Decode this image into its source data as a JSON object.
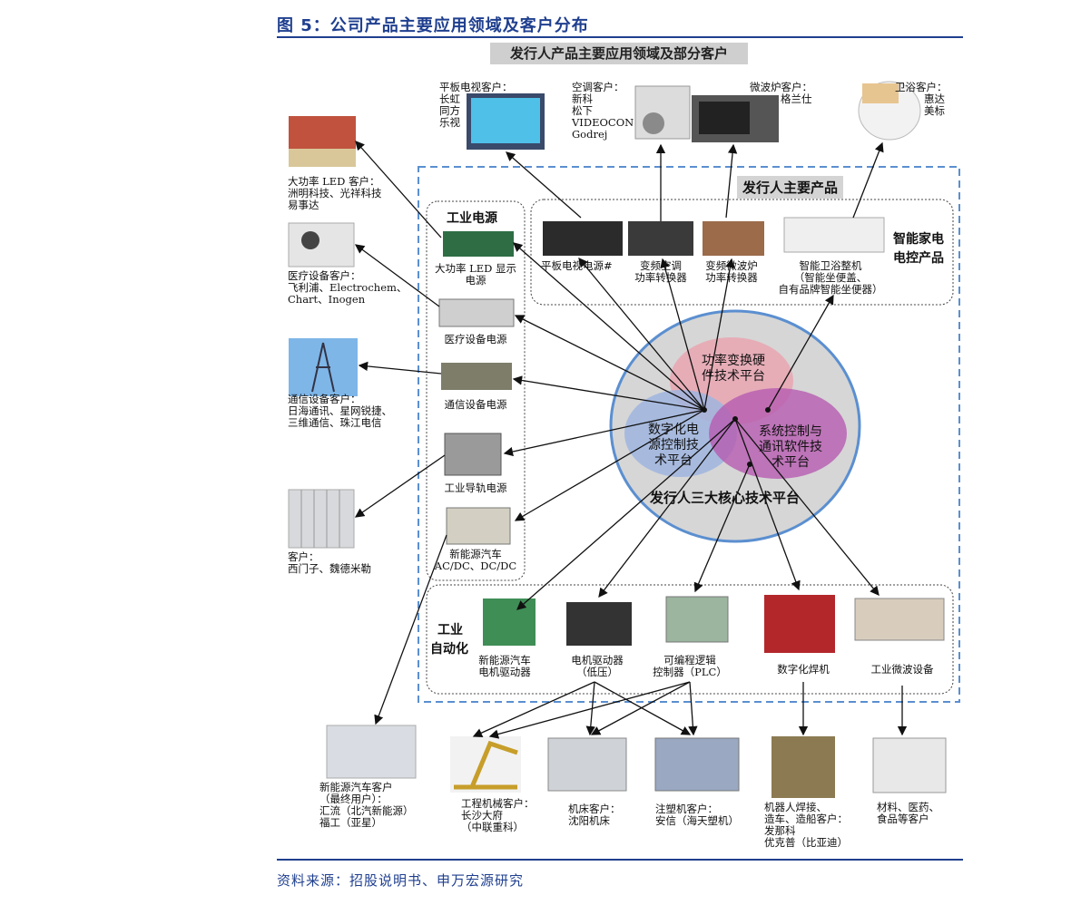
{
  "figure": {
    "title": "图 5：公司产品主要应用领域及客户分布",
    "banner": "发行人产品主要应用领域及部分客户",
    "source": "资料来源：招股说明书、申万宏源研究"
  },
  "groups": {
    "main_products": "发行人主要产品",
    "industrial_power": "工业电源",
    "smart_home_1": "智能家电",
    "smart_home_2": "电控产品",
    "automation_1": "工业",
    "automation_2": "自动化",
    "core_platforms": "发行人三大核心技术平台"
  },
  "platforms": {
    "power_1": "功率变换硬",
    "power_2": "件技术平台",
    "digital_1": "数字化电",
    "digital_2": "源控制技",
    "digital_3": "术平台",
    "system_1": "系统控制与",
    "system_2": "通讯软件技",
    "system_3": "术平台"
  },
  "products": {
    "tv_power": "平板电视电源#",
    "ac_1": "变频空调",
    "ac_2": "功率转换器",
    "mw_1": "变频微波炉",
    "mw_2": "功率转换器",
    "bath_1": "智能卫浴整机",
    "bath_2": "（智能坐便盖、",
    "bath_3": "自有品牌智能坐便器）",
    "led_1": "大功率 LED 显示",
    "led_2": "电源",
    "medical": "医疗设备电源",
    "telecom": "通信设备电源",
    "rail": "工业导轨电源",
    "nev_power_1": "新能源汽车",
    "nev_power_2": "AC/DC、DC/DC",
    "motor_ctrl_1": "新能源汽车",
    "motor_ctrl_2": "电机驱动器",
    "drive_1": "电机驱动器",
    "drive_2": "（低压）",
    "plc_1": "可编程逻辑",
    "plc_2": "控制器（PLC）",
    "welder": "数字化焊机",
    "microwave_ind": "工业微波设备"
  },
  "customers": {
    "tv": [
      "平板电视客户：",
      "长虹",
      "同方",
      "乐视"
    ],
    "ac": [
      "空调客户：",
      "新科",
      "松下",
      "VIDEOCON",
      "Godrej"
    ],
    "mw": [
      "微波炉客户：",
      "格兰仕"
    ],
    "bath": [
      "卫浴客户：",
      "惠达",
      "美标"
    ],
    "led": [
      "大功率 LED 客户：",
      "洲明科技、光祥科技",
      "易事达"
    ],
    "medical": [
      "医疗设备客户：",
      "飞利浦、Electrochem、",
      "Chart、Inogen"
    ],
    "telecom": [
      "通信设备客户：",
      "日海通讯、星网锐捷、",
      "三维通信、珠江电信"
    ],
    "rail": [
      "客户：",
      "西门子、魏德米勒"
    ],
    "nev": [
      "新能源汽车客户",
      "（最终用户）：",
      "汇流（北汽新能源）",
      "福工（亚星）"
    ],
    "machinery": [
      "工程机械客户：",
      "长沙大府",
      "（中联重科）"
    ],
    "machine_tool": [
      "机床客户：",
      "沈阳机床"
    ],
    "injection": [
      "注塑机客户：",
      "安信（海天塑机）"
    ],
    "robot": [
      "机器人焊接、",
      "造车、造船客户：",
      "发那科",
      "优克普（比亚迪）"
    ],
    "materials": [
      "材料、医药、",
      "食品等客户"
    ]
  },
  "colors": {
    "title_blue": "#1f3f8f",
    "dashed_blue": "#5b8fd0",
    "ellipse_fill": "#d6d6d6",
    "ellipse_border": "#5b8fd0",
    "circle_red": "#e9a6b2",
    "circle_blue": "#9fb5df",
    "circle_purple": "#b65bb0"
  }
}
